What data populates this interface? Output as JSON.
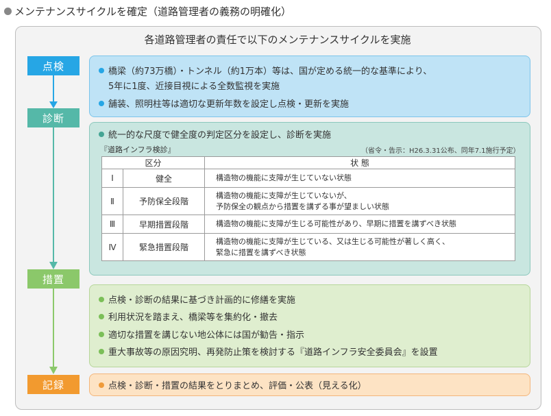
{
  "page_title": "メンテナンスサイクルを確定（道路管理者の義務の明確化）",
  "header": "各道路管理者の責任で以下のメンテナンスサイクルを実施",
  "steps": [
    "点検",
    "診断",
    "措置",
    "記録"
  ],
  "colors": {
    "inspection": "#26a6e5",
    "diagnosis": "#55b8a8",
    "action": "#8bc86a",
    "record": "#f29a2f"
  },
  "inspection": {
    "item1_line1": "橋梁（約73万橋）・トンネル（約1万本）等は、国が定める統一的な基準により、",
    "item1_line2": "5年に1度、近接目視による全数監視を実施",
    "item2": "舗装、照明柱等は適切な更新年数を設定し点検・更新を実施"
  },
  "diagnosis": {
    "item": "統一的な尺度で健全度の判定区分を設定し、診断を実施",
    "subtitle": "『道路インフラ検診』",
    "note": "（省令・告示：H26.3.31公布、同年7.1施行予定）",
    "table": {
      "header_category": "区分",
      "header_state": "状 態",
      "rows": [
        {
          "num": "Ⅰ",
          "category": "健全",
          "desc1": "構造物の機能に支障が生じていない状態",
          "desc2": ""
        },
        {
          "num": "Ⅱ",
          "category": "予防保全段階",
          "desc1": "構造物の機能に支障が生じていないが、",
          "desc2": "予防保全の観点から措置を講ずる事が望ましい状態"
        },
        {
          "num": "Ⅲ",
          "category": "早期措置段階",
          "desc1": "構造物の機能に支障が生じる可能性があり、早期に措置を講ずべき状態",
          "desc2": ""
        },
        {
          "num": "Ⅳ",
          "category": "緊急措置段階",
          "desc1": "構造物の機能に支障が生じている、又は生じる可能性が著しく高く、",
          "desc2": "緊急に措置を講ずべき状態"
        }
      ]
    }
  },
  "action": {
    "items": [
      "点検・診断の結果に基づき計画的に修繕を実施",
      "利用状況を踏まえ、橋梁等を集約化・撤去",
      "適切な措置を講じない地公体には国が勧告・指示",
      "重大事故等の原因究明、再発防止策を検討する『道路インフラ安全委員会』を設置"
    ]
  },
  "record": {
    "item": "点検・診断・措置の結果をとりまとめ、評価・公表（見える化）"
  }
}
